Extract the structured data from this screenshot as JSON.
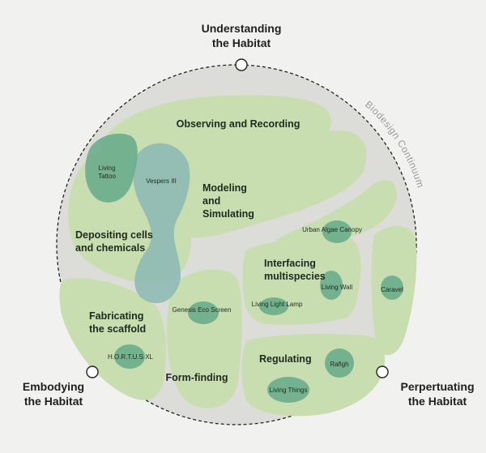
{
  "colors": {
    "background": "#f1f1ef",
    "circle_fill": "#dcdcd8",
    "region_fill": "#c8deb1",
    "project_fill": "#6aad8c",
    "vespers_fill": "#8bb9b4",
    "outline": "#222222",
    "continuum_text": "#9a9a9a"
  },
  "outer_labels": {
    "understanding_line1": "Understanding",
    "understanding_line2": "the Habitat",
    "embodying_line1": "Embodying",
    "embodying_line2": "the Habitat",
    "perpetuating_line1": "Perpertuating",
    "perpetuating_line2": "the Habitat"
  },
  "continuum_label": "Biodesign Continuum",
  "regions": {
    "observing": "Observing and Recording",
    "modeling_line1": "Modeling",
    "modeling_line2": "and",
    "modeling_line3": "Simulating",
    "depositing_line1": "Depositing cells",
    "depositing_line2": "and chemicals",
    "interfacing_line1": "Interfacing",
    "interfacing_line2": "multispecies",
    "fabricating_line1": "Fabricating",
    "fabricating_line2": "the scaffold",
    "form_finding": "Form-finding",
    "regulating": "Regulating"
  },
  "projects": {
    "living_tattoo_line1": "Living",
    "living_tattoo_line2": "Tattoo",
    "vespers": "Vespers III",
    "urban_algae": "Urban Algae Canopy",
    "living_wall": "Living Wall",
    "caravel": "Caravel",
    "living_light_lamp": "Living Light Lamp",
    "genesis": "Genesis Eco Screen",
    "hortus": "H.O.R.T.U.S XL",
    "rafigh": "Rafigh",
    "living_things": "Living Things"
  }
}
